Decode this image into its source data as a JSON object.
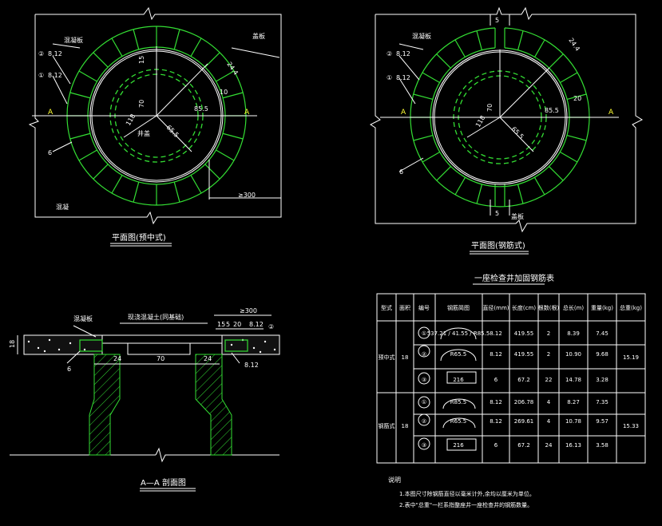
{
  "plan_left": {
    "title": "平面图(预中式)",
    "labels": {
      "dim_24": "24.4",
      "dim_10": "10",
      "dim_15": "15",
      "dim_70": "70",
      "dim_855": "85.5",
      "dim_655": "65.5",
      "dim_118": "118",
      "dim_300": "≥300",
      "callout_1": "①",
      "callout_2": "②",
      "rebar_812a": "8.12",
      "rebar_812b": "8.12",
      "rebar_6": "6",
      "sec_a_left": "A",
      "sec_a_right": "A",
      "tag_top": "混凝板",
      "tag_right": "盖板",
      "tag_bottom": "混凝",
      "tag_center": "井盖"
    }
  },
  "plan_right": {
    "title": "平面图(钢筋式)",
    "labels": {
      "dim_24": "24.4",
      "dim_20": "20",
      "dim_70": "70",
      "dim_855": "85.5",
      "dim_655": "65.5",
      "dim_118": "118",
      "dim_5a": "5",
      "dim_5b": "5",
      "callout_1": "①",
      "callout_2": "②",
      "rebar_812a": "8.12",
      "rebar_812b": "8.12",
      "rebar_6": "6",
      "sec_a_left": "A",
      "sec_a_right": "A",
      "tag_top": "混凝板",
      "tag_bottom": "盖板"
    }
  },
  "section": {
    "title": "A—A 剖面图",
    "labels": {
      "dim_70": "70",
      "dim_24a": "24",
      "dim_24b": "24",
      "dim_18": "18",
      "dim_300": "≥300",
      "dim_15": "15",
      "dim_5": "5",
      "dim_20": "20",
      "rebar_812a": "8.12",
      "rebar_812b": "8.12",
      "rebar_6": "6",
      "callout_2": "②",
      "tag_a": "混凝板",
      "tag_b": "现浇混凝土(同基础)"
    }
  },
  "table": {
    "title": "一座检查井加固钢筋表",
    "headers": [
      "型式",
      "面积",
      "编号",
      "钢筋简图",
      "直径(mm)",
      "长度(cm)",
      "根数(根)",
      "总长(m)",
      "重量(kg)",
      "总重(kg)"
    ],
    "groups": [
      {
        "type": "预中式",
        "area": "18",
        "total": "15.19",
        "rows": [
          {
            "no": "①",
            "dia": "8.12",
            "len": "419.55",
            "cnt": "2",
            "tot": "8.39",
            "wt": "7.45",
            "sketch": "537.21 / 41.55 / R85.5"
          },
          {
            "no": "②",
            "dia": "8.12",
            "len": "419.55",
            "cnt": "2",
            "tot": "10.90",
            "wt": "9.68",
            "sketch": "R65.5"
          },
          {
            "no": "③",
            "dia": "6",
            "len": "67.2",
            "cnt": "22",
            "tot": "14.78",
            "wt": "3.28",
            "sketch": "216"
          }
        ]
      },
      {
        "type": "钢筋式",
        "area": "18",
        "total": "15.33",
        "rows": [
          {
            "no": "①",
            "dia": "8.12",
            "len": "206.78",
            "cnt": "4",
            "tot": "8.27",
            "wt": "7.35",
            "sketch": "R85.5"
          },
          {
            "no": "②",
            "dia": "8.12",
            "len": "269.61",
            "cnt": "4",
            "tot": "10.78",
            "wt": "9.57",
            "sketch": "R65.5"
          },
          {
            "no": "③",
            "dia": "6",
            "len": "67.2",
            "cnt": "24",
            "tot": "16.13",
            "wt": "3.58",
            "sketch": "216"
          }
        ]
      }
    ]
  },
  "notes": {
    "heading": "说明",
    "line1": "1.本图尺寸除钢筋直径以毫米计外,余均以厘米为单位。",
    "line2": "2.表中\"总重\"一栏系指整座井一座检查井的钢筋数量。"
  }
}
